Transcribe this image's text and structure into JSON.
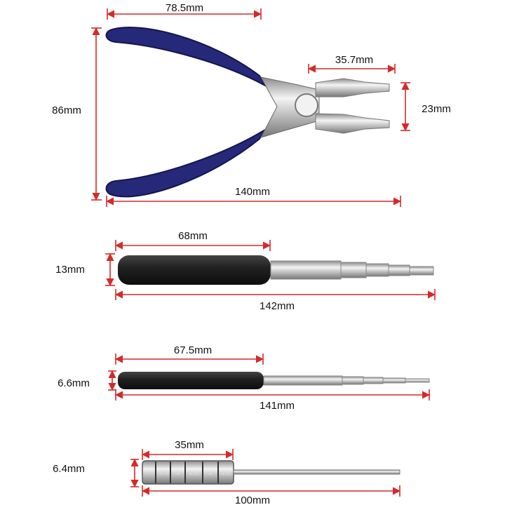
{
  "colors": {
    "dimension": "#d42a2a",
    "handle_blue": "#26287a",
    "foam": "#1c1c1c",
    "metal": "#c9c9c9"
  },
  "pliers": {
    "handle_length": "78.5mm",
    "jaw_length": "35.7mm",
    "jaw_width": "23mm",
    "height": "86mm",
    "total_length": "140mm"
  },
  "mandrel_large": {
    "handle_length": "68mm",
    "diameter": "13mm",
    "total_length": "142mm"
  },
  "mandrel_small": {
    "handle_length": "67.5mm",
    "diameter": "6.6mm",
    "total_length": "141mm"
  },
  "mandrel_hex": {
    "handle_length": "35mm",
    "diameter": "6.4mm",
    "total_length": "100mm",
    "size_marks": [
      "3.5",
      "3",
      "2.5",
      "2",
      "1.5"
    ]
  }
}
